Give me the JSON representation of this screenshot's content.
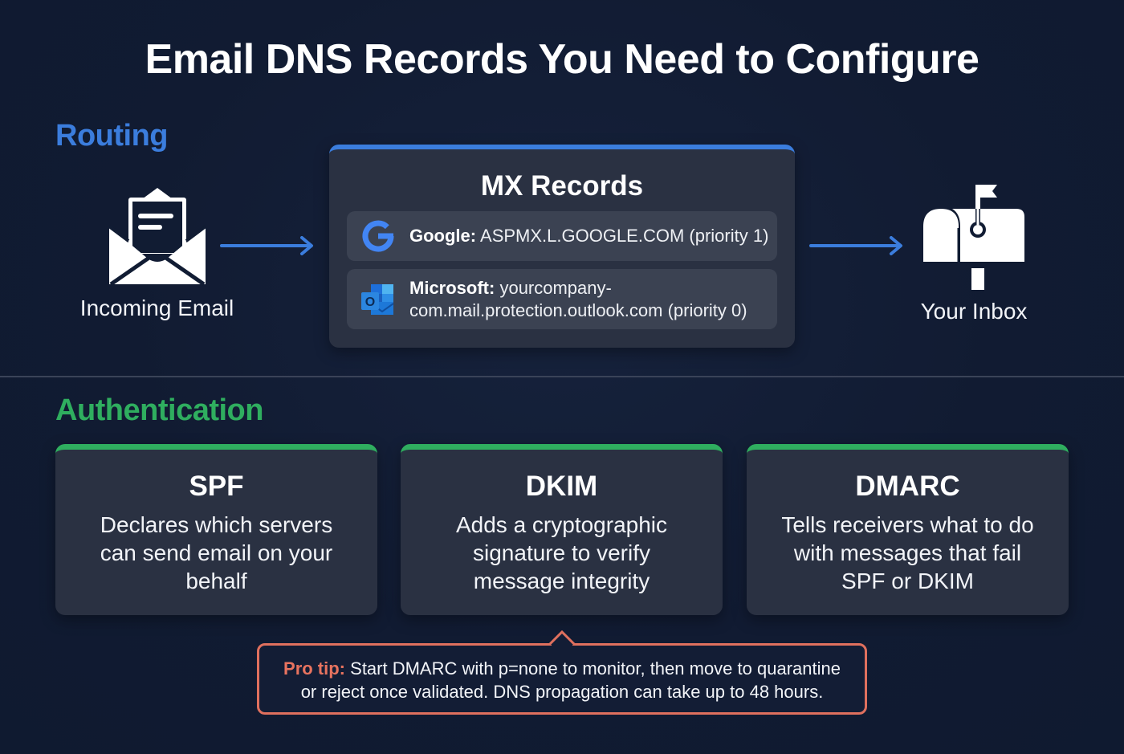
{
  "title": "Email DNS Records You Need to Configure",
  "colors": {
    "background": "#111c33",
    "routing_accent": "#3b7ddd",
    "auth_accent": "#2fae5f",
    "tip_accent": "#e0705e",
    "card_bg": "#2a3142",
    "row_bg": "#3b4252"
  },
  "routing": {
    "section_label": "Routing",
    "source": {
      "label": "Incoming Email",
      "icon": "open-envelope-icon"
    },
    "destination": {
      "label": "Your Inbox",
      "icon": "mailbox-icon"
    },
    "mx_card": {
      "title": "MX Records",
      "records": [
        {
          "provider": "Google:",
          "value": "ASPMX.L.GOOGLE.COM (priority 1)",
          "icon": "google-g-icon"
        },
        {
          "provider": "Microsoft:",
          "value_line1": "yourcompany-",
          "value_line2": "com.mail.protection.outlook.com (priority 0)",
          "icon": "outlook-icon"
        }
      ]
    }
  },
  "authentication": {
    "section_label": "Authentication",
    "cards": [
      {
        "title": "SPF",
        "description": "Declares which servers can send email on your behalf"
      },
      {
        "title": "DKIM",
        "description": "Adds a cryptographic signature to verify message integrity"
      },
      {
        "title": "DMARC",
        "description": "Tells receivers what to do with messages that fail SPF or DKIM"
      }
    ]
  },
  "pro_tip": {
    "label": "Pro tip:",
    "text_line1": "Start DMARC with p=none to monitor, then move to quarantine",
    "text_line2": "or reject once validated. DNS propagation can take up to 48 hours."
  }
}
